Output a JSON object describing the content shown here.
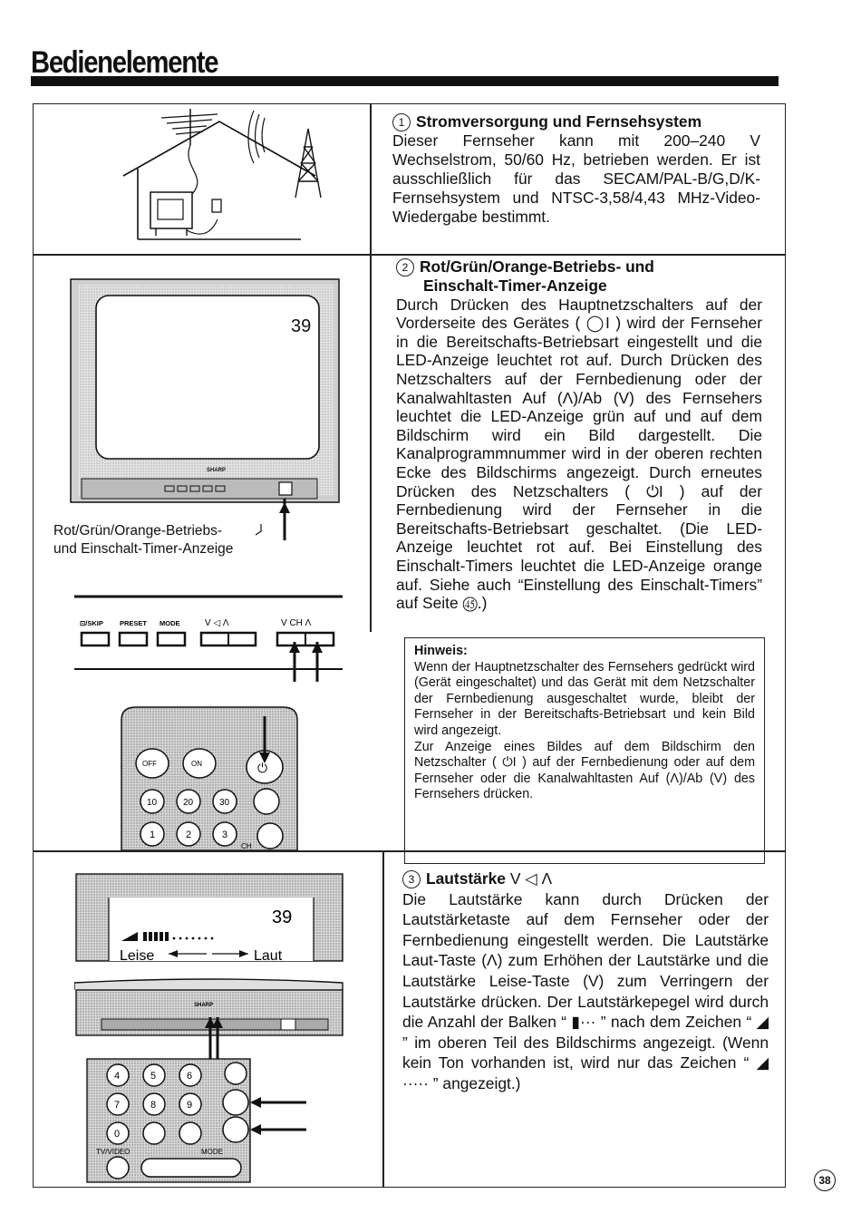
{
  "page": {
    "title": "Bedienelemente",
    "page_number": "38"
  },
  "section1": {
    "number": "1",
    "heading": "Stromversorgung und Fernsehsystem",
    "body": "Dieser Fernseher kann mit 200–240 V Wechselstrom, 50/60 Hz, betrieben werden. Er ist ausschließlich für das SECAM/PAL-B/G,D/K-Fernsehsystem und NTSC-3,58/4,43 MHz-Video-Wiedergabe bestimmt."
  },
  "section2": {
    "number": "2",
    "heading_line1": "Rot/Grün/Orange-Betriebs- und",
    "heading_line2": "Einschalt-Timer-Anzeige",
    "body": "Durch Drücken des Hauptnetzschalters auf der Vorderseite des Gerätes ( ◯I ) wird der Fernseher in die Bereitschafts-Betriebsart eingestellt und die LED-Anzeige leuchtet rot auf. Durch Drücken des Netzschalters auf der Fernbedienung oder der Kanalwahltasten Auf (Λ)/Ab (V) des Fernsehers leuchtet die LED-Anzeige grün auf und auf dem Bildschirm wird ein Bild dargestellt. Die Kanalprogrammnummer wird in der oberen rechten Ecke des Bildschirms angezeigt. Durch erneutes Drücken des Netzschalters ( ⏻I ) auf der Fernbedienung wird der Fernseher in die Bereitschafts-Betriebsart geschaltet. (Die LED-Anzeige leuchtet rot auf. Bei Einstellung des Einschalt-Timers leuchtet die LED-Anzeige orange auf. Siehe auch “Einstellung des Einschalt-Timers” auf Seite ㊺.)",
    "caption_line1": "Rot/Grün/Orange-Betriebs-",
    "caption_line2": "und Einschalt-Timer-Anzeige",
    "screen_channel": "39",
    "panel_labels": [
      "⊡/SKIP",
      "PRESET",
      "MODE",
      "V ◁ Λ",
      "V CH Λ"
    ],
    "remote_buttons": [
      "OFF",
      "ON",
      "10",
      "20",
      "30",
      "1",
      "2",
      "3",
      "CH"
    ]
  },
  "note": {
    "heading": "Hinweis:",
    "body": "Wenn der Hauptnetzschalter des Fernsehers gedrückt wird (Gerät eingeschaltet) und das Gerät mit dem Netzschalter der Fernbedienung ausgeschaltet wurde, bleibt der Fernseher in der Bereitschafts-Betriebsart und kein Bild wird angezeigt.",
    "body2": "Zur Anzeige eines Bildes auf dem Bildschirm den Netzschalter ( ⏻I ) auf der Fernbedienung oder auf dem Fernseher oder die Kanalwahltasten Auf (Λ)/Ab (V) des Fernsehers drücken."
  },
  "section3": {
    "number": "3",
    "heading": "Lautstärke",
    "heading_symbols": "V ◁ Λ",
    "body": "Die Lautstärke kann durch Drücken der Lautstärketaste auf dem Fernseher oder der Fernbedienung eingestellt werden. Die Lautstärke Laut-Taste (Λ) zum Erhöhen der Lautstärke und die Lautstärke Leise-Taste (V) zum Verringern der Lautstärke drücken. Der Lautstärkepegel wird durch die Anzahl der Balken “ ▮··· ” nach dem Zeichen “ ◢ ” im oberen Teil des Bildschirms angezeigt. (Wenn kein Ton vorhanden ist, wird nur das Zeichen “ ◢ ····· ” angezeigt.)",
    "screen_channel": "39",
    "volume_left": "Leise",
    "volume_right": "Laut",
    "remote_buttons": [
      "4",
      "5",
      "6",
      "7",
      "8",
      "9",
      "0",
      "TV/VIDEO",
      "MODE"
    ]
  }
}
